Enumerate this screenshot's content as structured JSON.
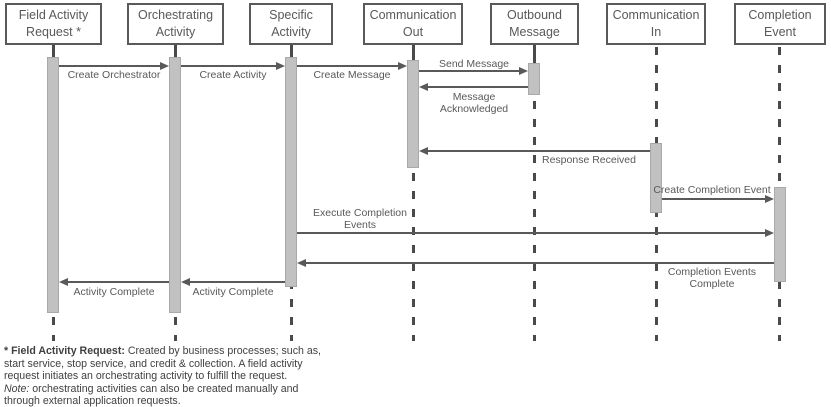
{
  "diagram_type": "sequence-diagram",
  "actors": [
    {
      "label": "Field Activity Request *"
    },
    {
      "label": "Orchestrating Activity"
    },
    {
      "label": "Specific Activity"
    },
    {
      "label": "Communication Out"
    },
    {
      "label": "Outbound Message"
    },
    {
      "label": "Communication In"
    },
    {
      "label": "Completion Event"
    }
  ],
  "messages": [
    {
      "label": "Create Orchestrator",
      "from": "Field Activity Request",
      "to": "Orchestrating Activity"
    },
    {
      "label": "Create Activity",
      "from": "Orchestrating Activity",
      "to": "Specific Activity"
    },
    {
      "label": "Create Message",
      "from": "Specific Activity",
      "to": "Communication Out"
    },
    {
      "label": "Send Message",
      "from": "Communication Out",
      "to": "Outbound Message"
    },
    {
      "label": "Message Acknowledged",
      "from": "Outbound Message",
      "to": "Communication Out"
    },
    {
      "label": "Response Received",
      "from": "Communication In",
      "to": "Communication Out"
    },
    {
      "label": "Create Completion Event",
      "from": "Communication In",
      "to": "Completion Event"
    },
    {
      "label": "Execute Completion Events",
      "from": "Specific Activity",
      "to": "Completion Event"
    },
    {
      "label": "Completion Events Complete",
      "from": "Completion Event",
      "to": "Specific Activity"
    },
    {
      "label": "Activity Complete",
      "from": "Specific Activity",
      "to": "Orchestrating Activity"
    },
    {
      "label": "Activity Complete",
      "from": "Orchestrating Activity",
      "to": "Field Activity Request"
    }
  ],
  "footnote": {
    "bold_label": "* Field Activity Request:",
    "body": "Created by business processes; such as, start service, stop service, and credit & collection. A field activity request initiates an orchestrating activity to fulfill the request.",
    "note_label": "Note:",
    "note_body": "orchestrating activities can also be created manually and through external application requests."
  },
  "colors": {
    "line": "#595959",
    "box_border": "#595959",
    "text": "#595959",
    "bar_fill": "#c1c1c1",
    "bar_border": "#a9a9a9",
    "lifeline": "#4a4a4a"
  }
}
